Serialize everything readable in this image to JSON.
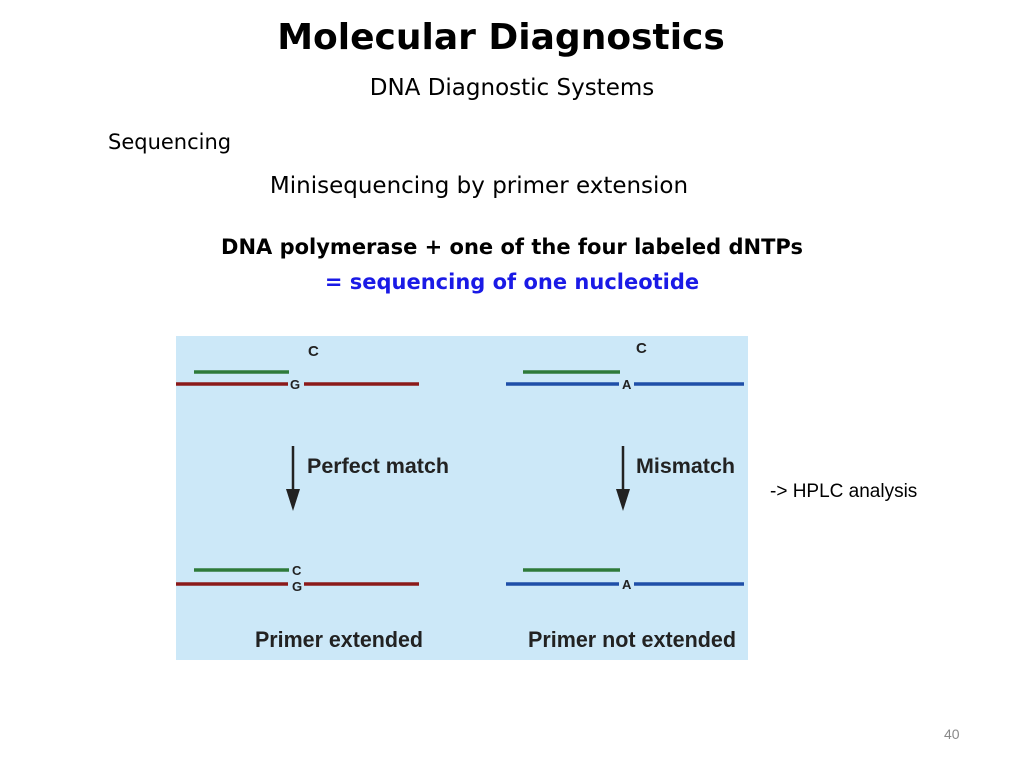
{
  "slide": {
    "title": "Molecular Diagnostics",
    "subtitle": "DNA Diagnostic Systems",
    "section": "Sequencing",
    "topic": "Minisequencing by primer extension",
    "principle_line1": "DNA polymerase + one of the four labeled dNTPs",
    "principle_line2": "= sequencing of one nucleotide",
    "note": "-> HPLC analysis",
    "page_number": "40"
  },
  "diagram": {
    "left_case": {
      "added_base": "C",
      "template_base": "G",
      "arrow_label": "Perfect match",
      "result_label": "Primer extended",
      "template_color": "#8b1a1a"
    },
    "right_case": {
      "added_base": "C",
      "template_base": "A",
      "arrow_label": "Mismatch",
      "result_label": "Primer not extended",
      "template_color": "#1f4fa8"
    },
    "primer_color": "#2e7a3a",
    "panel_color": "#cce8f8"
  },
  "colors": {
    "title_text": "#000000",
    "highlight_text": "#1a1ae6"
  }
}
